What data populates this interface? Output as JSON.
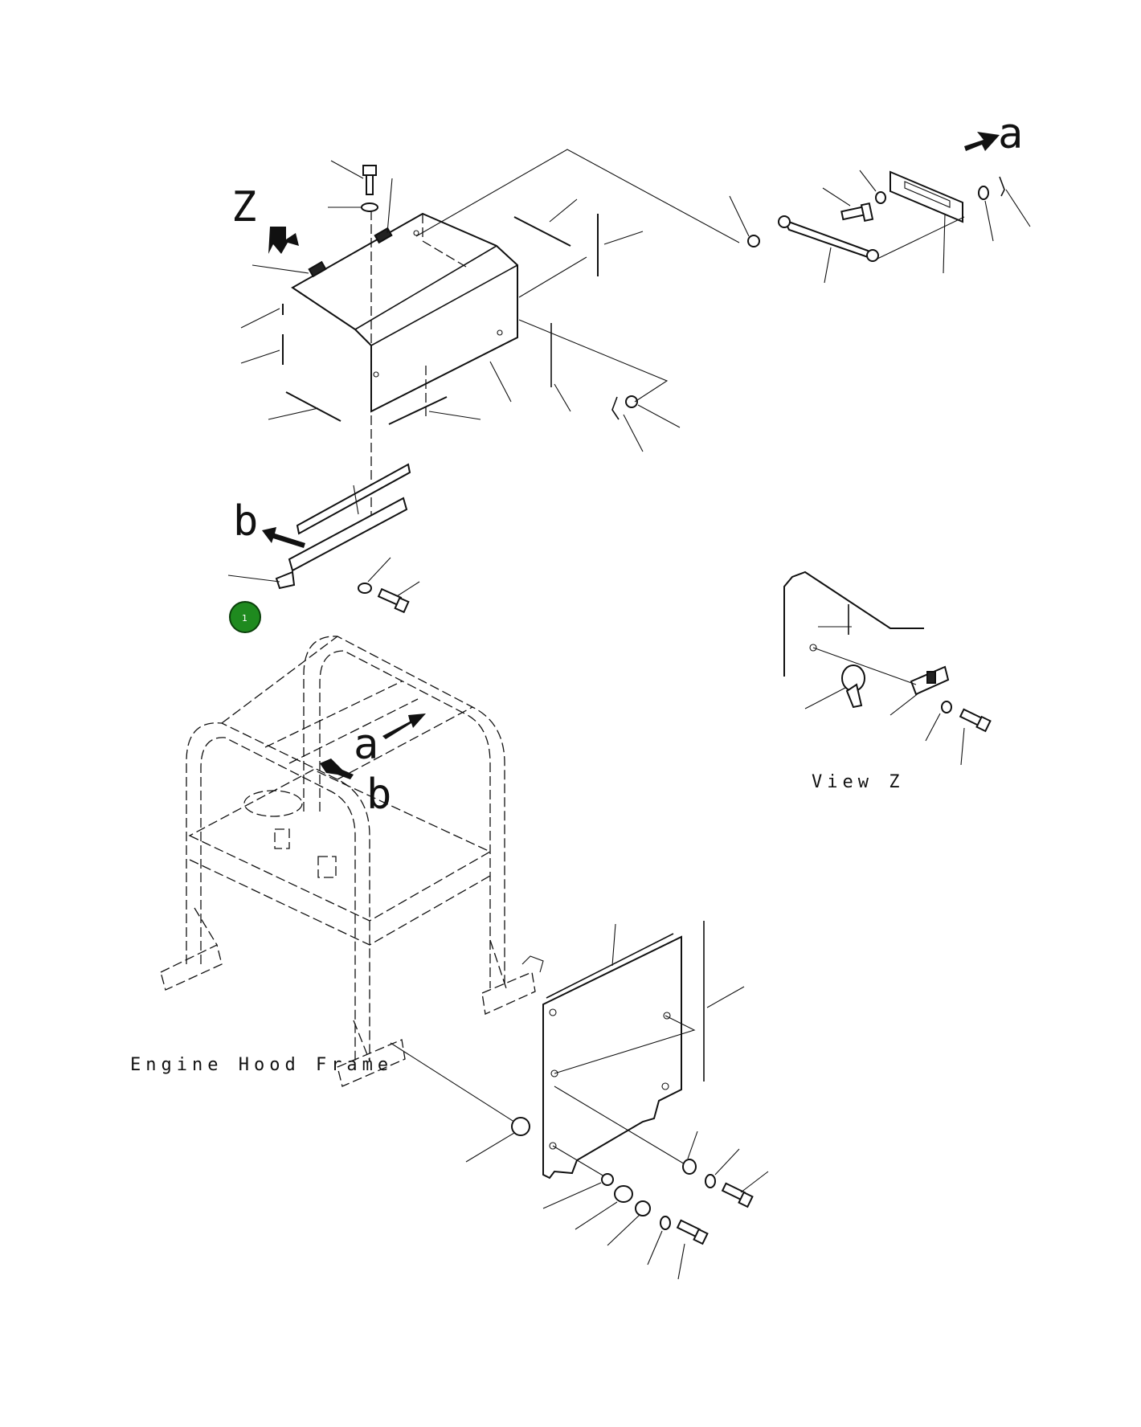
{
  "labels": {
    "view_marker": "Z",
    "ref_a_top": "a",
    "ref_b_top": "b",
    "ref_a_frame": "a",
    "ref_b_frame": "b",
    "view_caption": "View Z",
    "frame_caption": "Engine Hood Frame"
  },
  "badge": {
    "number": "1",
    "color": "#1f8a1f"
  },
  "colors": {
    "line": "#111111",
    "background": "#ffffff"
  },
  "icons": [
    "arrow-icon",
    "bolt-icon",
    "washer-icon",
    "latch-icon"
  ]
}
